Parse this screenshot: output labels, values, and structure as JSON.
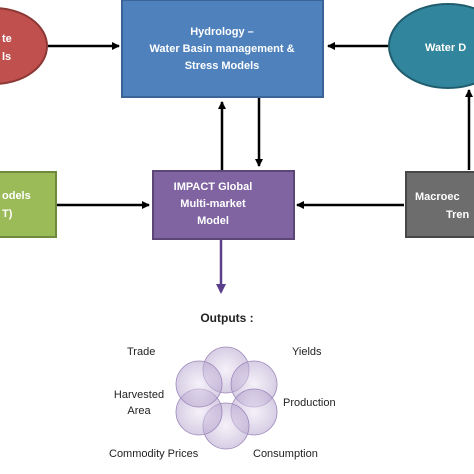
{
  "diagram": {
    "hydrology": {
      "lines": [
        "Hydrology –",
        "Water Basin management &",
        "Stress Models"
      ],
      "color": "#4f81bd"
    },
    "climate": {
      "lines": [
        "te",
        "ls"
      ],
      "color": "#c0504d"
    },
    "water_demand": {
      "lines": [
        "Water D"
      ],
      "color": "#31859c"
    },
    "other_models": {
      "lines": [
        "odels",
        "T)"
      ],
      "color": "#9bbb59"
    },
    "impact": {
      "lines": [
        "IMPACT  Global",
        "Multi-market",
        "Model"
      ],
      "color": "#8064a2"
    },
    "macro": {
      "lines": [
        "Macroec",
        "Tren"
      ],
      "color": "#6d6d6d"
    },
    "outputs": {
      "title": "Outputs :",
      "items": {
        "trade": "Trade",
        "yields": "Yields",
        "harvested_area": [
          "Harvested",
          "Area"
        ],
        "production": "Production",
        "commodity_prices": "Commodity Prices",
        "consumption": "Consumption"
      }
    }
  }
}
